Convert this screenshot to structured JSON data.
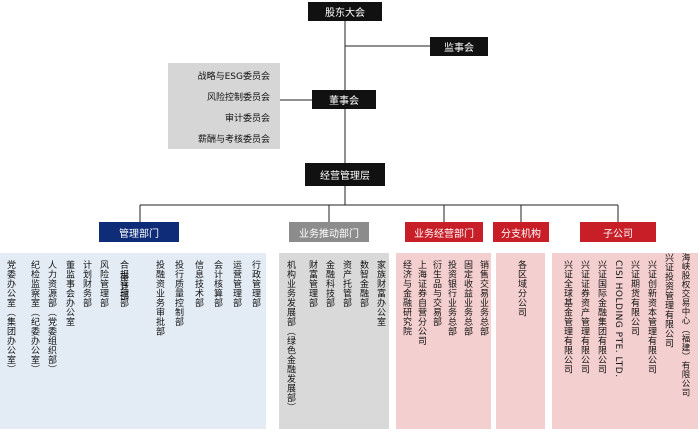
{
  "top": {
    "shareholders": "股东大会",
    "supervisory_board": "监事会",
    "board": "董事会",
    "management": "经营管理层"
  },
  "committees": [
    "战略与ESG委员会",
    "风险控制委员会",
    "审计委员会",
    "薪酬与考核委员会"
  ],
  "categories": [
    {
      "label": "管理部门",
      "color": "#0e2c78",
      "departments": [
        [
          "党委办公室",
          "（集团办公室）"
        ],
        [
          "纪检监察室",
          "（纪委办公室）"
        ],
        [
          "人力资源部",
          "（党委组织部）"
        ],
        [
          "董监事会办公室"
        ],
        [
          "计划财务部"
        ],
        [
          "风险管理部"
        ],
        [
          "合规管理部"
        ],
        [
          "审计部"
        ],
        [
          "投融资业务审批部"
        ],
        [
          "投行质量控制部"
        ],
        [
          "信息技术部"
        ],
        [
          "会计核算部"
        ],
        [
          "运营管理部"
        ],
        [
          "行政管理部"
        ]
      ]
    },
    {
      "label": "业务推动部门",
      "color": "#8c8c8c",
      "departments": [
        [
          "机构业务发展部",
          "（绿色金融发展部）"
        ],
        [
          "财富管理部"
        ],
        [
          "金融科技部"
        ],
        [
          "资产托管部"
        ],
        [
          "数智金融部"
        ],
        [
          "家族财富办公室"
        ]
      ]
    },
    {
      "label": "业务经营部门",
      "color": "#c81e28",
      "departments": [
        [
          "经济与金融研究院"
        ],
        [
          "上海证券自营分公司"
        ],
        [
          "衍生品与交易部"
        ],
        [
          "投资银行业务总部"
        ],
        [
          "固定收益业务总部"
        ],
        [
          "销售交易业务总部"
        ]
      ]
    },
    {
      "label": "分支机构",
      "color": "#c81e28",
      "departments": [
        [
          "各区域分公司"
        ]
      ]
    },
    {
      "label": "子公司",
      "color": "#c81e28",
      "departments": [
        [
          "兴证全球基金管理有限公司"
        ],
        [
          "兴证证券资产管理有限公司"
        ],
        [
          "兴证国际金融集团有限公司"
        ],
        [
          "CISI HOLDING PTE. LTD."
        ],
        [
          "兴证期货有限公司"
        ],
        [
          "兴证创新资本管理有限公司"
        ],
        [
          "兴证投资管理有限公司"
        ],
        [
          "海峡股权交易中心（福建）有限公司"
        ]
      ]
    }
  ]
}
